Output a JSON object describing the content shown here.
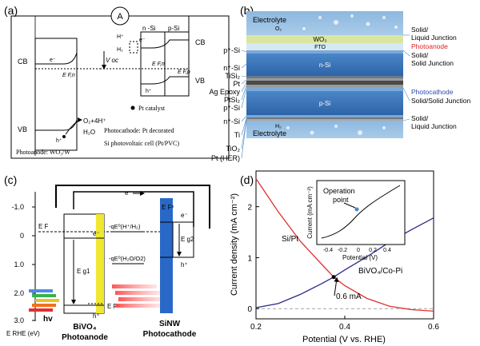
{
  "panels": {
    "a": {
      "tag": "(a)",
      "ammeter": "A",
      "cb_left": "CB",
      "vb_left": "VB",
      "cb_right": "CB",
      "vb_right": "VB",
      "electron": "e⁻",
      "hole": "h⁺",
      "efn_left": "E F,n",
      "voc": "V oc",
      "efn_right": "E F,n",
      "efp_right": "E F,p",
      "n_si": "n -Si",
      "p_si": "p-Si",
      "h_plus": "H⁺",
      "h2": "H₂",
      "o2": "O₂+4H⁺",
      "h2o": "H₂O",
      "pt_catalyst": "Pt catalyst",
      "photoanode": "Photoanode: WO₃/W",
      "photocathode": "Photocathode: Pt decorated",
      "pv_cell": "Si photovoltaic cell (Pt/PVC)"
    },
    "b": {
      "tag": "(b)",
      "electrolyte_top": "Electrolyte",
      "o2": "O₂",
      "wo3": "WO₃",
      "fto": "FTO",
      "n_si": "n-Si",
      "p_si": "p-Si",
      "h2": "H₂",
      "electrolyte_bottom": "Electrolyte",
      "left_labels": [
        "p⁺-Si",
        "n⁺-Si",
        "TiSi₂",
        "Pt",
        "Ag Epoxy",
        "PtSi₂",
        "p⁺-Si",
        "n⁺-Si",
        "Ti",
        "TiO₂",
        "Pt (HER)"
      ],
      "right_labels": [
        "Solid/",
        "Liquid Junction",
        "Photoanode",
        "Solid/",
        "Solid Junction",
        "Photocathode",
        "Solid/Solid Junction",
        "Solid/",
        "Liquid Junction"
      ]
    },
    "c": {
      "tag": "(c)",
      "y_axis_ticks": [
        "-1.0",
        "0",
        "1.0",
        "2.0",
        "3.0"
      ],
      "y_axis_label": "E RHE (eV)",
      "ef": "E F",
      "eg1": "E g1",
      "eg2": "E g2",
      "efh": "E Fʰ",
      "efe": "E Fᵉ",
      "electron": "e⁻",
      "hole": "h⁺",
      "redox_h": "-qE⁰(H⁺/H₂)",
      "redox_o": "-qE⁰(H₂O/O2)",
      "hv": "hv",
      "bivo4": "BiVO₄",
      "photoanode": "Photoanode",
      "sinw": "SiNW",
      "photocathode": "Photocathode"
    },
    "d": {
      "tag": "(d)",
      "si_pt": "Si/Pt",
      "bivo4_copi": "BiVO₄/Co-Pi",
      "operation_point": "Operation",
      "operation_point2": "point",
      "annotation": "0.6 mA",
      "inset_xlabel": "Potential (V)",
      "inset_ylabel": "Current (mA cm⁻²)",
      "inset_xticks": [
        "-0.4",
        "-0.2",
        "0",
        "0.2",
        "0.4"
      ]
    }
  },
  "chart_data": {
    "type": "line",
    "xlabel": "Potential (V vs. RHE)",
    "ylabel": "Current density (mA cm⁻²)",
    "xlim": [
      0.2,
      0.6
    ],
    "ylim": [
      -0.2,
      2.7
    ],
    "xticks": [
      "0.2",
      "0.4",
      "0.6"
    ],
    "yticks": [
      "0",
      "1",
      "2"
    ],
    "series": [
      {
        "name": "Si/Pt",
        "color": "#e03030",
        "x": [
          0.2,
          0.25,
          0.3,
          0.35,
          0.375,
          0.4,
          0.45,
          0.5,
          0.55,
          0.6
        ],
        "y": [
          2.55,
          1.9,
          1.32,
          0.85,
          0.62,
          0.45,
          0.2,
          0.05,
          -0.02,
          -0.05
        ]
      },
      {
        "name": "BiVO₄/Co-Pi",
        "color": "#2a2a8a",
        "x": [
          0.2,
          0.25,
          0.3,
          0.35,
          0.375,
          0.4,
          0.45,
          0.5,
          0.55,
          0.6
        ],
        "y": [
          0.02,
          0.1,
          0.28,
          0.5,
          0.62,
          0.76,
          1.02,
          1.3,
          1.55,
          1.78
        ]
      }
    ],
    "annotation": {
      "x": 0.375,
      "y": 0.62,
      "text": "0.6 mA"
    }
  }
}
